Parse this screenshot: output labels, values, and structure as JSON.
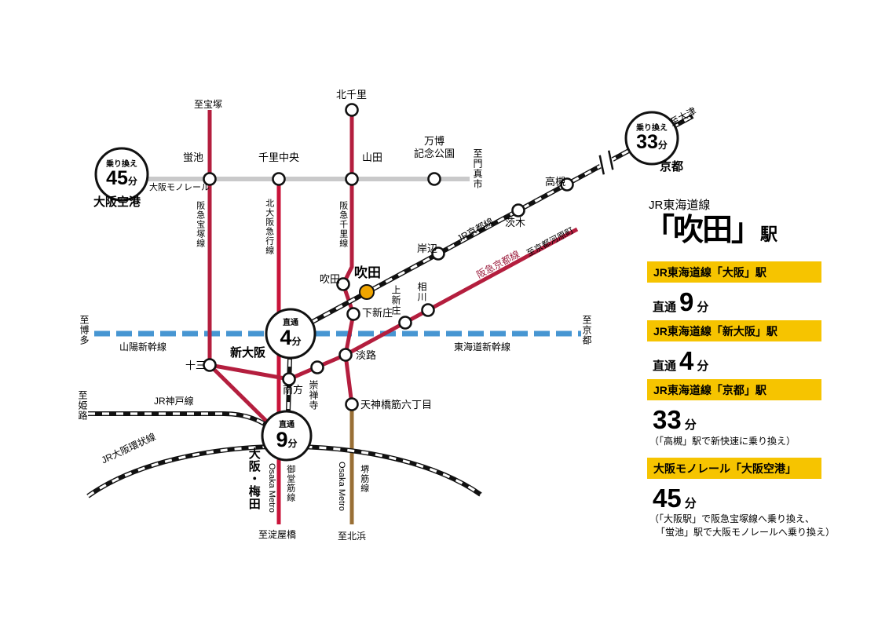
{
  "stations": {
    "hotarugaike": "蛍池",
    "senri_chuo": "千里中央",
    "kita_senri": "北千里",
    "yamada": "山田",
    "banpaku_1": "万博",
    "banpaku_2": "記念公園",
    "suita_hankyu": "吹田",
    "suita_jr": "吹田",
    "kishibe": "岸辺",
    "ibaraki": "茨木",
    "takatsuki": "高槻",
    "kyoto": "京都",
    "aikawa": "相川",
    "kami_shinjo": "上新庄",
    "shimo_shinjo": "下新庄",
    "awaji": "淡路",
    "sozenji": "崇禅寺",
    "minamikata": "南方",
    "juso": "十三",
    "shin_osaka": "新大阪",
    "tenjimbashisuji": "天神橋筋六丁目",
    "osaka_umeda": "大阪・梅田",
    "osaka_airport": "大阪空港"
  },
  "lines": {
    "monorail": "大阪モノレール",
    "takarazuka": "阪急宝塚線",
    "kita_osaka": "北大阪急行線",
    "senri": "阪急千里線",
    "jr_kyoto": "JR京都線",
    "hankyu_kyoto": "阪急京都線",
    "sanyo": "山陽新幹線",
    "tokaido": "東海道新幹線",
    "jr_kobe": "JR神戸線",
    "jr_loop": "JR大阪環状線",
    "osaka_metro": "Osaka Metro",
    "midosuji": "御堂筋線",
    "sakaisuji": "堺筋線"
  },
  "to": {
    "takarazuka": "至宝塚",
    "otsu": "至大津",
    "kadoma": "至門真市",
    "hakata": "至博多",
    "kyoto": "至京都",
    "himeji": "至姫路",
    "yodoyabashi": "至淀屋橋",
    "kitahama": "至北浜",
    "kyoto_kawaramachi": "至京都河原町"
  },
  "badges": {
    "airport": {
      "label": "乗り換え",
      "value": "45",
      "unit": "分"
    },
    "kyoto": {
      "label": "乗り換え",
      "value": "33",
      "unit": "分"
    },
    "shin_osaka": {
      "label": "直通",
      "value": "4",
      "unit": "分"
    },
    "umeda": {
      "label": "直通",
      "value": "9",
      "unit": "分"
    }
  },
  "panel": {
    "line_name": "JR東海道線",
    "station_title": "「吹田」",
    "station_suffix": "駅",
    "rows": [
      {
        "header": "JR東海道線「大阪」駅",
        "prefix": "直通",
        "value": "9",
        "unit": "分"
      },
      {
        "header": "JR東海道線「新大阪」駅",
        "prefix": "直通",
        "value": "4",
        "unit": "分"
      },
      {
        "header": "JR東海道線「京都」駅",
        "prefix": "",
        "value": "33",
        "unit": "分",
        "note1": "（「高槻」駅で新快速に乗り換え）"
      },
      {
        "header": "大阪モノレール「大阪空港」",
        "prefix": "",
        "value": "45",
        "unit": "分",
        "note1": "（「大阪駅」で阪急宝塚線へ乗り換え、",
        "note2": "「蛍池」駅で大阪モノレールへ乗り換え）"
      }
    ]
  },
  "colors": {
    "accent_yellow": "#f6c400",
    "suita_dot": "#f0a500",
    "hankyu_red": "#b41e3e",
    "metro_red": "#c9143a",
    "sakaisuji_brown": "#996f35",
    "monorail_gray": "#c9c9ca",
    "shinkansen_blue": "#4796d2",
    "jr_black": "#111111"
  }
}
